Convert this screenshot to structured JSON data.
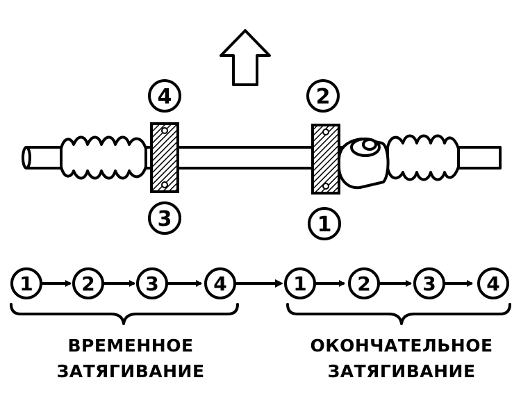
{
  "diagram": {
    "bolt_labels": {
      "top_left": "4",
      "bottom_left": "3",
      "top_right": "2",
      "bottom_right": "1"
    },
    "temporary": {
      "sequence": [
        "1",
        "2",
        "3",
        "4"
      ],
      "caption_line1": "ВРЕМЕННОЕ",
      "caption_line2": "ЗАТЯГИВАНИЕ"
    },
    "final": {
      "sequence": [
        "1",
        "2",
        "3",
        "4"
      ],
      "caption_line1": "ОКОНЧАТЕЛЬНОЕ",
      "caption_line2": "ЗАТЯГИВАНИЕ"
    }
  }
}
